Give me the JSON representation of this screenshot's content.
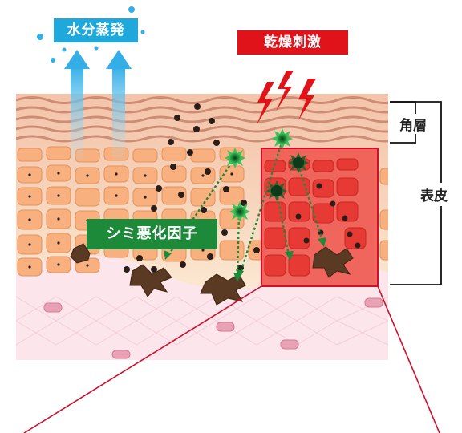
{
  "labels": {
    "evaporation": "水分蒸発",
    "dryness": "乾燥刺激",
    "spot_factor": "シミ悪化因子",
    "stratum_corneum": "角層",
    "epidermis": "表皮"
  },
  "colors": {
    "evaporation_tag": "#1fa8dc",
    "dryness_tag": "#e0131b",
    "spot_factor_tag": "#1d8a3a",
    "zoom_frame": "#d10f2a"
  }
}
